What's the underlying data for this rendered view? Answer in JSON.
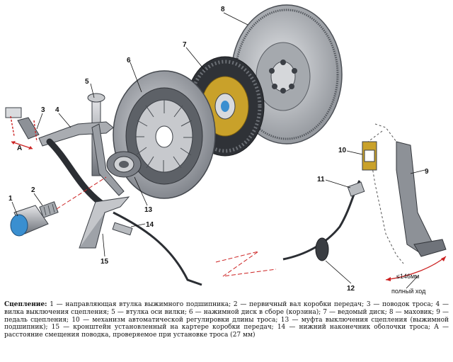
{
  "labels": {
    "n1": "1",
    "n2": "2",
    "n3": "3",
    "n4": "4",
    "n5": "5",
    "n6": "6",
    "n7": "7",
    "n8": "8",
    "n9": "9",
    "n10": "10",
    "n11": "11",
    "n12": "12",
    "n13": "13",
    "n14": "14",
    "n15": "15",
    "a": "A"
  },
  "measure_value": "≤146мм",
  "travel_label": "полный ход",
  "caption": {
    "heading": "Сцепление:",
    "text": " 1 — направляющая втулка выжимного подшипника; 2 — первичный вал коробки передач; 3 — поводок троса; 4 — вилка выключения сцепления; 5 — втулка оси вилки; 6 — нажимной диск в сборе (корзина); 7 — ведомый диск; 8 — маховик; 9 — педаль сцепления; 10 — механизм автоматической регулировки длины троса; 13 — муфта выключения сцепления (выжимной подшипник); 15 — кронштейн установленный на картере коробки передач; 14 — нижний наконечник оболочки троса; А — расстояние смещения поводка, проверяемое при установке троса (27 мм)"
  },
  "colors": {
    "metal": "#b9bcc0",
    "metal_dark": "#6f737a",
    "friction": "#c9a12a",
    "bearing_blue": "#3a8fd0",
    "arrow_red": "#cc2222"
  }
}
